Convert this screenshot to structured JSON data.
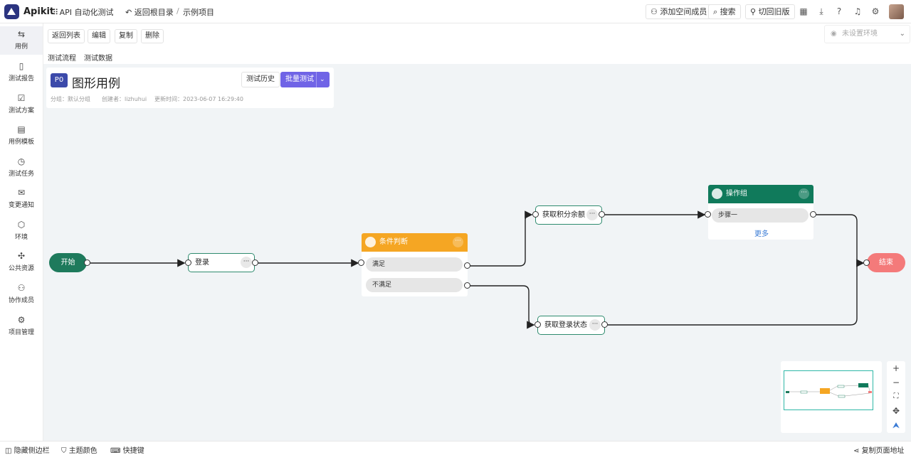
{
  "topbar": {
    "logo": "Apikit",
    "project": "API 自动化测试",
    "back_root": "返回根目录",
    "breadcrumb_sep": "/",
    "breadcrumb_project": "示例项目",
    "add_member": "添加空间成员",
    "search": "搜索",
    "old_version": "切回旧版"
  },
  "sidebar": {
    "items": [
      {
        "label": "用例",
        "icon": "sliders-icon"
      },
      {
        "label": "测试报告",
        "icon": "report-icon"
      },
      {
        "label": "测试方案",
        "icon": "checklist-icon"
      },
      {
        "label": "用例模板",
        "icon": "template-icon"
      },
      {
        "label": "测试任务",
        "icon": "timer-icon"
      },
      {
        "label": "变更通知",
        "icon": "mail-icon"
      },
      {
        "label": "环境",
        "icon": "cube-icon"
      },
      {
        "label": "公共资源",
        "icon": "puzzle-icon"
      },
      {
        "label": "协作成员",
        "icon": "users-icon"
      },
      {
        "label": "项目管理",
        "icon": "gear-icon"
      }
    ]
  },
  "toolbar": {
    "back_list": "返回列表",
    "edit": "编辑",
    "copy": "复制",
    "delete": "删除",
    "env_placeholder": "未设置环境"
  },
  "tabs": {
    "flow": "测试流程",
    "data": "测试数据"
  },
  "case": {
    "priority": "P0",
    "title": "图形用例",
    "history": "测试历史",
    "batch": "批量测试",
    "group": "分组：默认分组",
    "creator": "创建者：lizhuhui",
    "updated": "更新时间：2023-06-07 16:29:40"
  },
  "flow": {
    "start": "开始",
    "end": "结束",
    "login": "登录",
    "condition": {
      "title": "条件判断",
      "yes": "满足",
      "no": "不满足"
    },
    "points": "获取积分余额",
    "login_state": "获取登录状态",
    "group": {
      "title": "操作组",
      "step": "步骤一",
      "more": "更多"
    },
    "more_glyph": "···"
  },
  "bottombar": {
    "hide_sidebar": "隐藏侧边栏",
    "theme": "主题颜色",
    "shortcuts": "快捷键",
    "copy_url": "复制页面地址"
  },
  "colors": {
    "brand": "#2b3480",
    "accent": "#7064e6",
    "start_node": "#1e7a5c",
    "end_node": "#f47a7a",
    "condition": "#f5a623",
    "group": "#107a5b"
  }
}
